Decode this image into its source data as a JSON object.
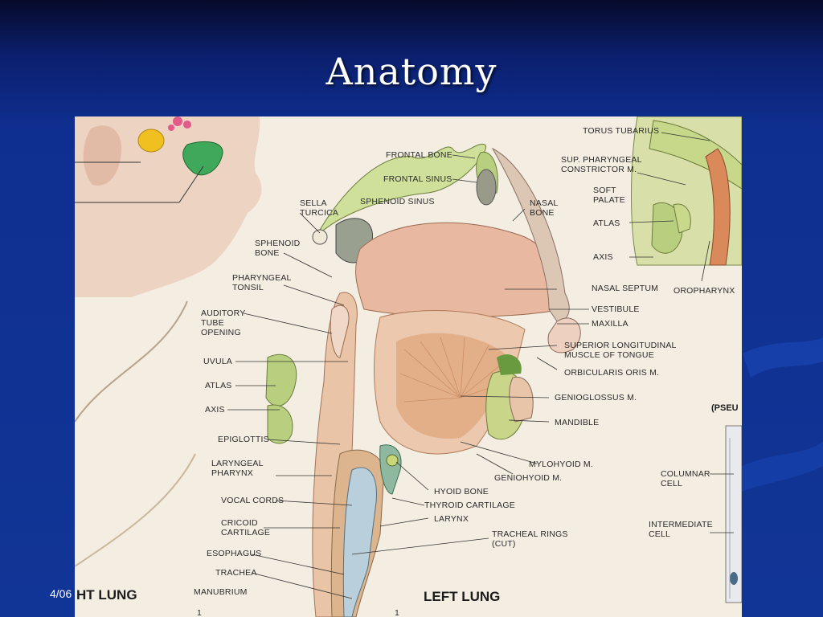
{
  "slide": {
    "title": "Anatomy",
    "footer_date": "4/06",
    "colors": {
      "background": "#113596",
      "title": "#ffffff"
    }
  },
  "figure": {
    "labels": {
      "frontal_bone": "FRONTAL BONE",
      "frontal_sinus": "FRONTAL SINUS",
      "sella_turcica": "SELLA\nTURCICA",
      "sphenoid_sinus": "SPHENOID SINUS",
      "nasal_bone": "NASAL\nBONE",
      "sphenoid_bone": "SPHENOID\nBONE",
      "pharyngeal_tonsil": "PHARYNGEAL\nTONSIL",
      "auditory_tube": "AUDITORY\nTUBE\nOPENING",
      "uvula": "UVULA",
      "atlas_left": "ATLAS",
      "axis_left": "AXIS",
      "epiglottis": "EPIGLOTTIS",
      "laryngeal_pharynx": "LARYNGEAL\nPHARYNX",
      "vocal_cords": "VOCAL CORDS",
      "cricoid_cartilage": "CRICOID\nCARTILAGE",
      "esophagus": "ESOPHAGUS",
      "trachea": "TRACHEA",
      "manubrium": "MANUBRIUM",
      "nasal_septum": "NASAL SEPTUM",
      "vestibule": "VESTIBULE",
      "maxilla": "MAXILLA",
      "superior_longitudinal": "SUPERIOR LONGITUDINAL\nMUSCLE OF TONGUE",
      "orbicularis_oris": "ORBICULARIS ORIS M.",
      "genioglossus": "GENIOGLOSSUS M.",
      "mandible": "MANDIBLE",
      "mylohyoid": "MYLOHYOID M.",
      "geniohyoid": "GENIOHYOID M.",
      "hyoid_bone": "HYOID BONE",
      "thyroid_cartilage": "THYROID CARTILAGE",
      "larynx": "LARYNX",
      "tracheal_rings": "TRACHEAL RINGS\n(CUT)",
      "torus_tubarius": "TORUS TUBARIUS",
      "sup_pharyngeal": "SUP. PHARYNGEAL\nCONSTRICTOR M.",
      "soft_palate": "SOFT\nPALATE",
      "atlas_right": "ATLAS",
      "axis_right": "AXIS",
      "oropharynx": "OROPHARYNX",
      "columnar_cell": "COLUMNAR\nCELL",
      "intermediate_cell": "INTERMEDIATE\nCELL",
      "pseu": "(PSEU",
      "right_lung": "HT LUNG",
      "left_lung": "LEFT LUNG",
      "number_left": "1",
      "number_mid": "1"
    }
  }
}
